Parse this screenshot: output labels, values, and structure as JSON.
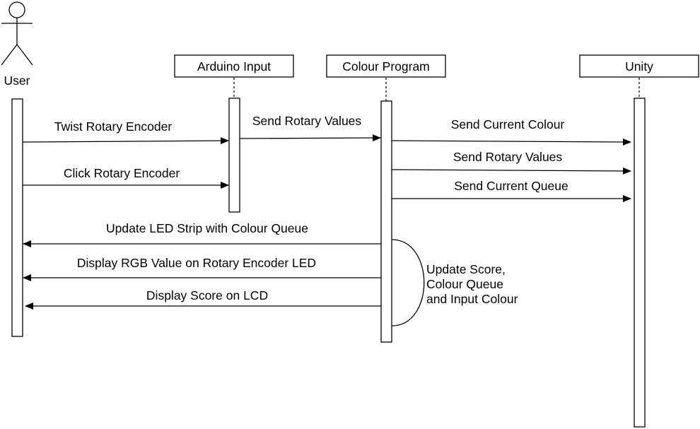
{
  "actor": {
    "label": "User"
  },
  "participants": [
    {
      "id": "arduino",
      "label": "Arduino Input"
    },
    {
      "id": "colour",
      "label": "Colour Program"
    },
    {
      "id": "unity",
      "label": "Unity"
    }
  ],
  "messages": [
    {
      "id": "m1",
      "label": "Twist Rotary Encoder",
      "from": "User",
      "to": "Arduino Input"
    },
    {
      "id": "m2",
      "label": "Click Rotary Encoder",
      "from": "User",
      "to": "Arduino Input"
    },
    {
      "id": "m3",
      "label": "Send Rotary Values",
      "from": "Arduino Input",
      "to": "Colour Program"
    },
    {
      "id": "m4",
      "label": "Send Current Colour",
      "from": "Colour Program",
      "to": "Unity"
    },
    {
      "id": "m5",
      "label": "Send Rotary Values",
      "from": "Colour Program",
      "to": "Unity"
    },
    {
      "id": "m6",
      "label": "Send Current Queue",
      "from": "Colour Program",
      "to": "Unity"
    },
    {
      "id": "m7",
      "label": "Update LED Strip with Colour Queue",
      "from": "Colour Program",
      "to": "User"
    },
    {
      "id": "m8",
      "label": "Display RGB Value on Rotary Encoder LED",
      "from": "Colour Program",
      "to": "User"
    },
    {
      "id": "m9",
      "label": "Display Score on LCD",
      "from": "Colour Program",
      "to": "User"
    }
  ],
  "self_message": {
    "lines": [
      "Update Score,",
      "Colour Queue",
      "and Input Colour"
    ]
  }
}
